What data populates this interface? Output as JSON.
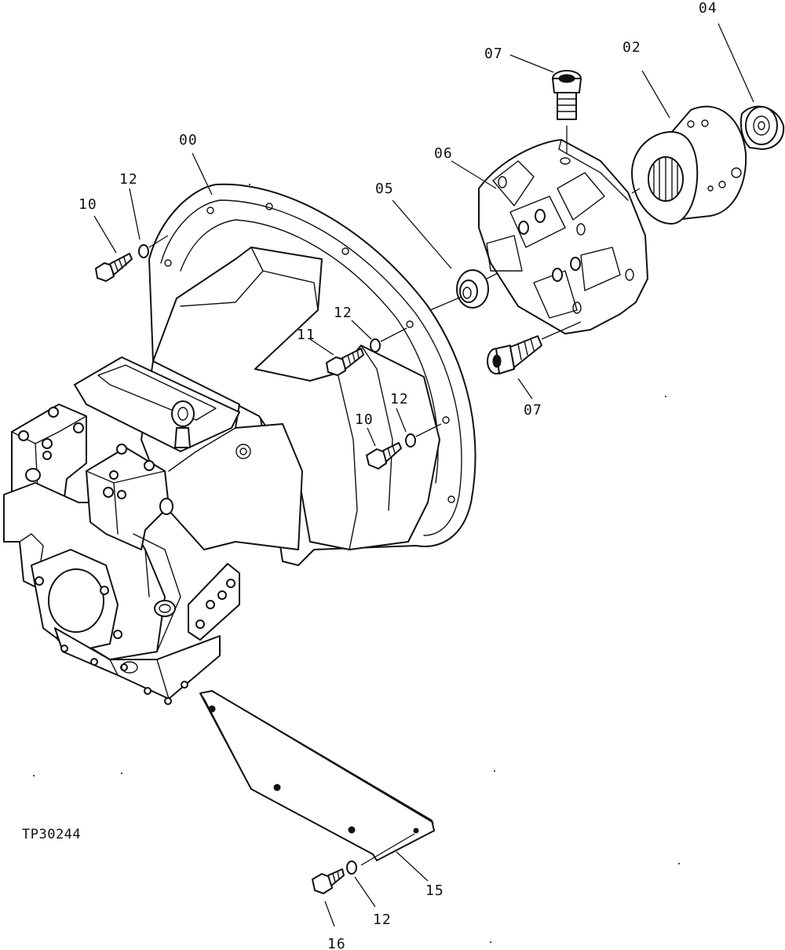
{
  "figure_id": "TP30244",
  "callouts": {
    "c00": "00",
    "c02": "02",
    "c04": "04",
    "c05": "05",
    "c06": "06",
    "c07_top": "07",
    "c07_bottom": "07",
    "c10_upper": "10",
    "c10_lower": "10",
    "c11": "11",
    "c12_upper": "12",
    "c12_middle": "12",
    "c12_right": "12",
    "c12_bottom": "12",
    "c15": "15",
    "c16": "16"
  }
}
